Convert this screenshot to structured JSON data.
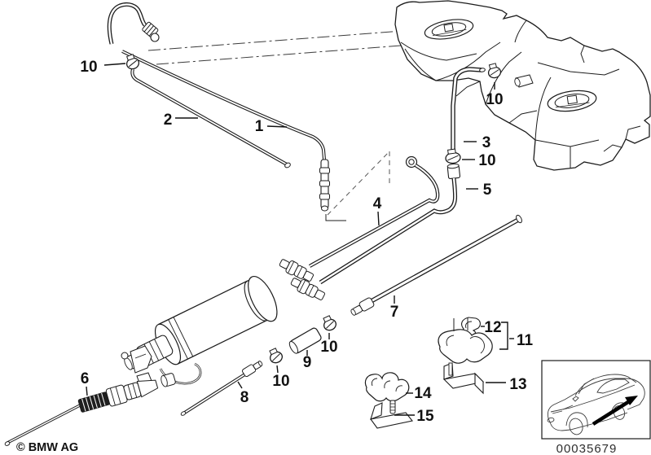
{
  "page": {
    "background": "#ffffff",
    "line_color": "#1c1c1c",
    "arrow_color": "#000000"
  },
  "callouts": [
    {
      "id": "clamp-top-left",
      "text": "10"
    },
    {
      "id": "line-2",
      "text": "2"
    },
    {
      "id": "line-1",
      "text": "1"
    },
    {
      "id": "clamp-on-tank",
      "text": "10"
    },
    {
      "id": "hose-3",
      "text": "3"
    },
    {
      "id": "clamp-mid",
      "text": "10"
    },
    {
      "id": "hose-5",
      "text": "5"
    },
    {
      "id": "pipe-set-4",
      "text": "4"
    },
    {
      "id": "pipe-7",
      "text": "7"
    },
    {
      "id": "clip-12",
      "text": "12"
    },
    {
      "id": "clip-11",
      "text": "11"
    },
    {
      "id": "bracket-13",
      "text": "13"
    },
    {
      "id": "clip-14",
      "text": "14"
    },
    {
      "id": "bracket-15",
      "text": "15"
    },
    {
      "id": "cable-6",
      "text": "6"
    },
    {
      "id": "hose-9",
      "text": "9"
    },
    {
      "id": "clamp-on-pipe",
      "text": "10"
    },
    {
      "id": "clamp-on-hose8",
      "text": "10"
    },
    {
      "id": "pipe-8",
      "text": "8"
    }
  ],
  "footer": {
    "copyright": "© BMW AG"
  },
  "inset": {
    "diagram_number": "00035679",
    "vehicle_icon": "bmw-sedan-three-quarter-view",
    "location_arrow": "rear-underbody-arrow"
  }
}
